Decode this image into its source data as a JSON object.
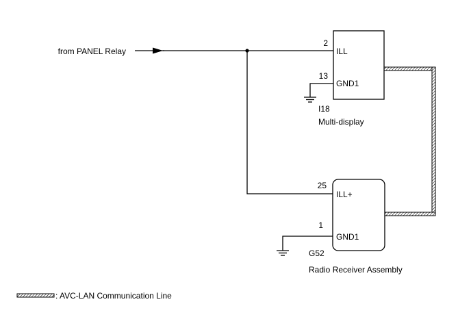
{
  "source": {
    "label": "from PANEL Relay"
  },
  "multi_display": {
    "code": "I18",
    "name": "Multi-display",
    "pins": [
      {
        "number": "2",
        "name": "ILL"
      },
      {
        "number": "13",
        "name": "GND1"
      }
    ]
  },
  "radio_receiver": {
    "code": "G52",
    "name": "Radio Receiver Assembly",
    "pins": [
      {
        "number": "25",
        "name": "ILL+"
      },
      {
        "number": "1",
        "name": "GND1"
      }
    ]
  },
  "legend": {
    "label": ": AVC-LAN Communication Line"
  }
}
